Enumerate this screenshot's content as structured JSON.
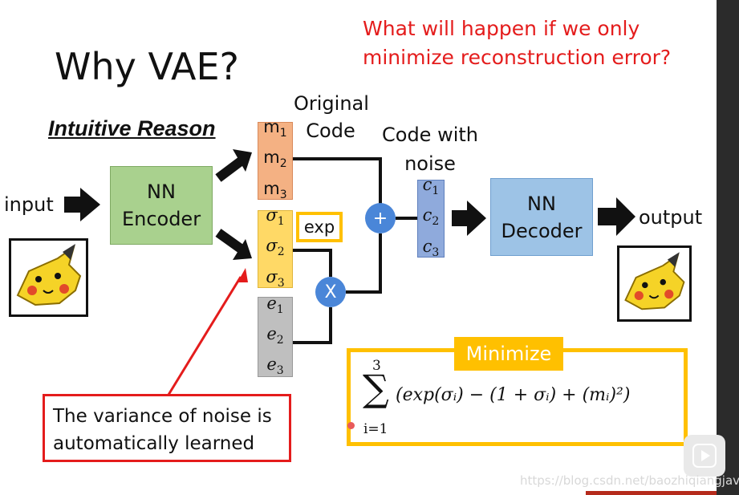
{
  "title": "Why VAE?",
  "question": [
    "What will happen if we only",
    "minimize reconstruction error?"
  ],
  "subtitle": "Intuitive Reason",
  "input_label": "input",
  "output_label": "output",
  "encoder": [
    "NN",
    "Encoder"
  ],
  "decoder": [
    "NN",
    "Decoder"
  ],
  "original_code": [
    "Original",
    "Code"
  ],
  "code_with_noise": [
    "Code with",
    "noise"
  ],
  "m_labels": [
    "m",
    "m",
    "m"
  ],
  "sigma_labels": [
    "σ",
    "σ",
    "σ"
  ],
  "e_labels": [
    "e",
    "e",
    "e"
  ],
  "c_labels": [
    "c",
    "c",
    "c"
  ],
  "subscripts": [
    "1",
    "2",
    "3"
  ],
  "exp_label": "exp",
  "plus_label": "+",
  "times_label": "X",
  "minimize_label": "Minimize",
  "formula": {
    "upper": "3",
    "lower": "i=1",
    "sum": "∑",
    "body": "(exp(σᵢ) − (1 + σᵢ) + (mᵢ)²)"
  },
  "note": [
    "The variance of noise is",
    "automatically learned"
  ],
  "watermark": "https://blog.csdn.net/baozhiqiangjava",
  "colors": {
    "encoder": "#a9d18e",
    "decoder": "#9dc3e6",
    "m": "#f4b183",
    "sigma": "#ffd966",
    "e": "#bfbfbf",
    "c": "#8faadc",
    "accent": "#ffc000",
    "red": "#e41c1c",
    "circle": "#4a86d8"
  }
}
